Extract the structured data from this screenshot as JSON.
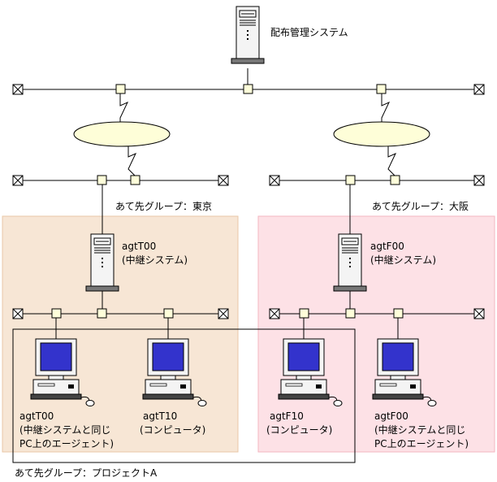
{
  "colors": {
    "tokyo_bg": "#f7e6d5",
    "tokyo_border": "#e8c7a7",
    "osaka_bg": "#fde1e6",
    "osaka_border": "#f3b6c0",
    "screen": "#3333cc",
    "device_face": "#f4f4f4",
    "line": "#000000"
  },
  "manager": {
    "label": "配布管理システム"
  },
  "groups": {
    "tokyo": {
      "label": "あて先グループ：東京"
    },
    "osaka": {
      "label": "あて先グループ：大阪"
    },
    "project": {
      "label": "あて先グループ：プロジェクトA"
    }
  },
  "relays": {
    "tokyo": {
      "name": "agtT00",
      "role": "(中継システム)"
    },
    "osaka": {
      "name": "agtF00",
      "role": "(中継システム)"
    }
  },
  "agents": {
    "t00": {
      "name": "agtT00",
      "line2": "(中継システムと同じ",
      "line3": "PC上のエージェント)"
    },
    "t10": {
      "name": "agtT10",
      "line2": "(コンピュータ)"
    },
    "f10": {
      "name": "agtF10",
      "line2": "(コンピュータ)"
    },
    "f00": {
      "name": "agtF00",
      "line2": "(中継システムと同じ",
      "line3": "PC上のエージェント)"
    }
  },
  "icons": {
    "server": "server-tower-icon",
    "computer": "desktop-computer-icon",
    "network": "network-cloud-icon",
    "terminator": "terminator-icon",
    "connector": "connector-node-icon"
  }
}
